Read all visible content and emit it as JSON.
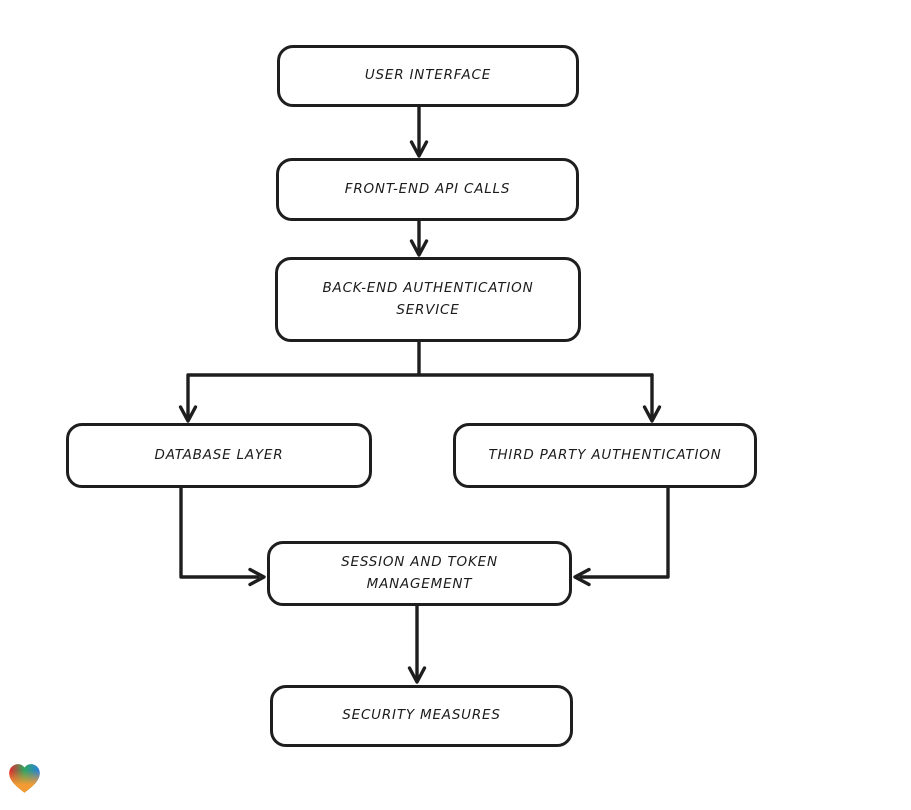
{
  "diagram": {
    "type": "flowchart",
    "style": "hand-drawn",
    "background": "#ffffff"
  },
  "nodes": [
    {
      "id": "user-interface",
      "label": "USER INTERFACE"
    },
    {
      "id": "front-end-api-calls",
      "label": "FRONT-END API CALLS"
    },
    {
      "id": "back-end-auth-service",
      "label": "BACK-END AUTHENTICATION SERVICE"
    },
    {
      "id": "database-layer",
      "label": "DATABASE LAYER"
    },
    {
      "id": "third-party-auth",
      "label": "THIRD PARTY AUTHENTICATION"
    },
    {
      "id": "session-token-mgmt",
      "label": "SESSION AND TOKEN MANAGEMENT"
    },
    {
      "id": "security-measures",
      "label": "SECURITY MEASURES"
    }
  ],
  "edges": [
    {
      "from": "user-interface",
      "to": "front-end-api-calls"
    },
    {
      "from": "front-end-api-calls",
      "to": "back-end-auth-service"
    },
    {
      "from": "back-end-auth-service",
      "to": "database-layer"
    },
    {
      "from": "back-end-auth-service",
      "to": "third-party-auth"
    },
    {
      "from": "database-layer",
      "to": "session-token-mgmt"
    },
    {
      "from": "third-party-auth",
      "to": "session-token-mgmt"
    },
    {
      "from": "session-token-mgmt",
      "to": "security-measures"
    }
  ],
  "colors": {
    "stroke": "#1e1e1e",
    "node_fill": "#ffffff",
    "logo_red": "#e8262c",
    "logo_green": "#2fa760",
    "logo_blue": "#2a7de1",
    "logo_orange": "#f49b33"
  }
}
